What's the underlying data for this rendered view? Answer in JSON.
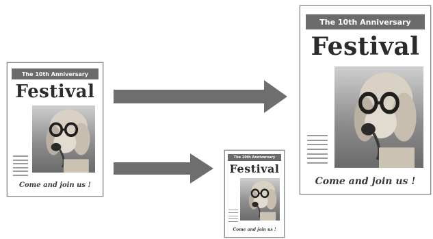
{
  "poster": {
    "banner": "The 10th Anniversary",
    "title": "Festival",
    "footer": "Come and join us !"
  },
  "icons": {
    "photo": "dog-with-glasses-photo",
    "arrow": "right-arrow-icon"
  },
  "colors": {
    "banner": "#6b6b6b",
    "arrow": "#6e6e6e",
    "title": "#2b2b2b"
  }
}
